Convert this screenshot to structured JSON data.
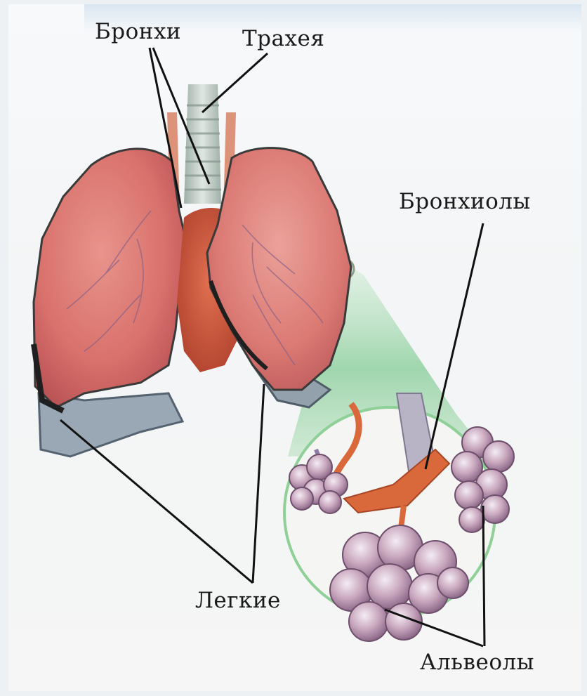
{
  "labels": {
    "bronchi": "Бронхи",
    "trachea": "Трахея",
    "bronchioles": "Бронхиолы",
    "lungs": "Легкие",
    "alveoli": "Альвеолы"
  },
  "colors": {
    "lung": "#d9716c",
    "lung_shadow": "#b84f4f",
    "heart": "#c8503e",
    "pleura": "#9aa8b6",
    "trachea": "#b9c6bf",
    "bronchiole": "#d9683a",
    "alveolus": "#c9a7be",
    "lens": "#7fcf8f",
    "leader_line": "#111111"
  }
}
